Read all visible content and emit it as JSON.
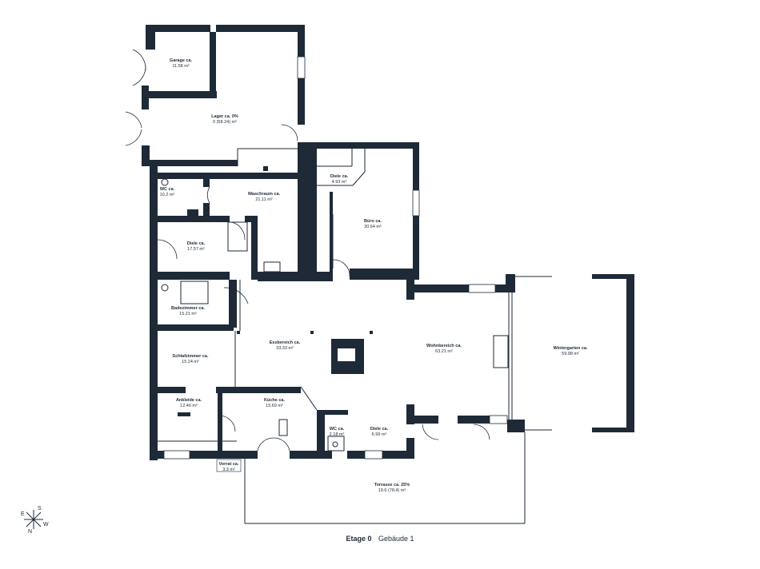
{
  "rooms": [
    {
      "id": "garage",
      "name": "Garage ca.",
      "area": "11.58 m²"
    },
    {
      "id": "lager",
      "name": "Lager ca. 0%",
      "area": "0 (58.24) m²"
    },
    {
      "id": "wc1",
      "name": "WC ca.",
      "area": "10.2 m²"
    },
    {
      "id": "waschraum",
      "name": "Waschraum ca.",
      "area": "21.11 m²"
    },
    {
      "id": "diele1",
      "name": "Diele ca.",
      "area": "4.93 m²"
    },
    {
      "id": "buero",
      "name": "Büro ca.",
      "area": "30.64 m²"
    },
    {
      "id": "diele2",
      "name": "Diele ca.",
      "area": "17.57 m²"
    },
    {
      "id": "bad",
      "name": "Badezimmer ca.",
      "area": "15.21 m²"
    },
    {
      "id": "schlaf",
      "name": "Schlafzimmer ca.",
      "area": "15.24 m²"
    },
    {
      "id": "essen",
      "name": "Essbereich ca.",
      "area": "33.33 m²"
    },
    {
      "id": "wohnen",
      "name": "Wohnbereich ca.",
      "area": "63.21 m²"
    },
    {
      "id": "winter",
      "name": "Wintergarten ca.",
      "area": "59.98 m²"
    },
    {
      "id": "ankleide",
      "name": "Ankleide ca.",
      "area": "12.46 m²"
    },
    {
      "id": "kueche",
      "name": "Küche ca.",
      "area": "15.69 m²"
    },
    {
      "id": "wc2",
      "name": "WC ca.",
      "area": "2.18 m²"
    },
    {
      "id": "diele3",
      "name": "Diele ca.",
      "area": "6.99 m²"
    },
    {
      "id": "vorrat",
      "name": "Vorrat ca.",
      "area": "3.3 m²"
    },
    {
      "id": "terrasse",
      "name": "Terrasse ca. 25%",
      "area": "19.6 (78.4) m²"
    }
  ],
  "caption": {
    "floor": "Etage 0",
    "building": "Gebäude 1"
  },
  "compass": {
    "n": "N",
    "e": "E",
    "s": "S",
    "w": "W"
  }
}
